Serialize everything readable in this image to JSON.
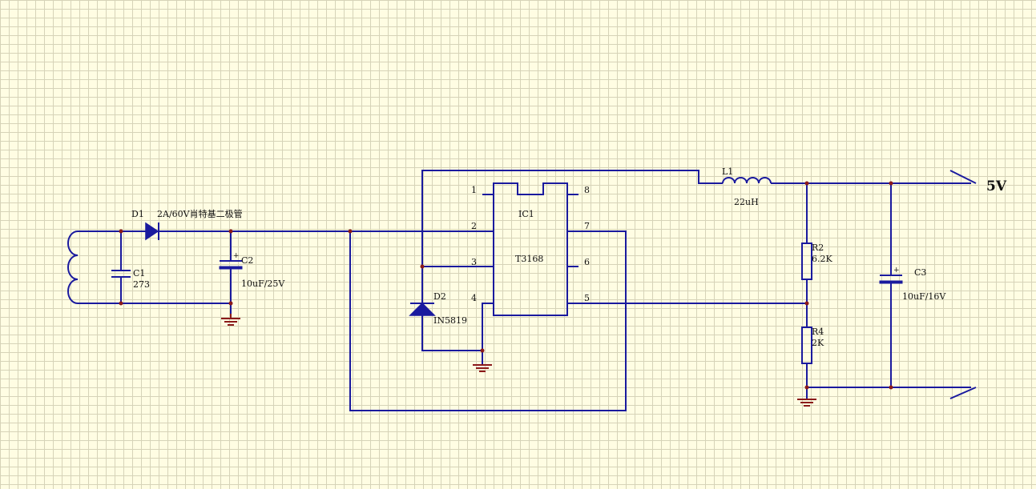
{
  "components": {
    "d1": {
      "ref": "D1",
      "value": "2A/60V肖特基二极管"
    },
    "c1": {
      "ref": "C1",
      "value": "273"
    },
    "c2": {
      "ref": "C2",
      "value": "10uF/25V"
    },
    "d2": {
      "ref": "D2",
      "value": "IN5819"
    },
    "ic1": {
      "ref": "IC1",
      "value": "T3168",
      "pins": [
        "1",
        "2",
        "3",
        "4",
        "5",
        "6",
        "7",
        "8"
      ]
    },
    "l1": {
      "ref": "L1",
      "value": "22uH"
    },
    "r2": {
      "ref": "R2",
      "value": "6.2K"
    },
    "r4": {
      "ref": "R4",
      "value": "2K"
    },
    "c3": {
      "ref": "C3",
      "value": "10uF/16V"
    }
  },
  "output": {
    "label": "5V"
  },
  "colors": {
    "wire": "#1a1a9e",
    "ground": "#8b1a1a",
    "grid": "#d6d3b8",
    "background": "#fffde3"
  }
}
